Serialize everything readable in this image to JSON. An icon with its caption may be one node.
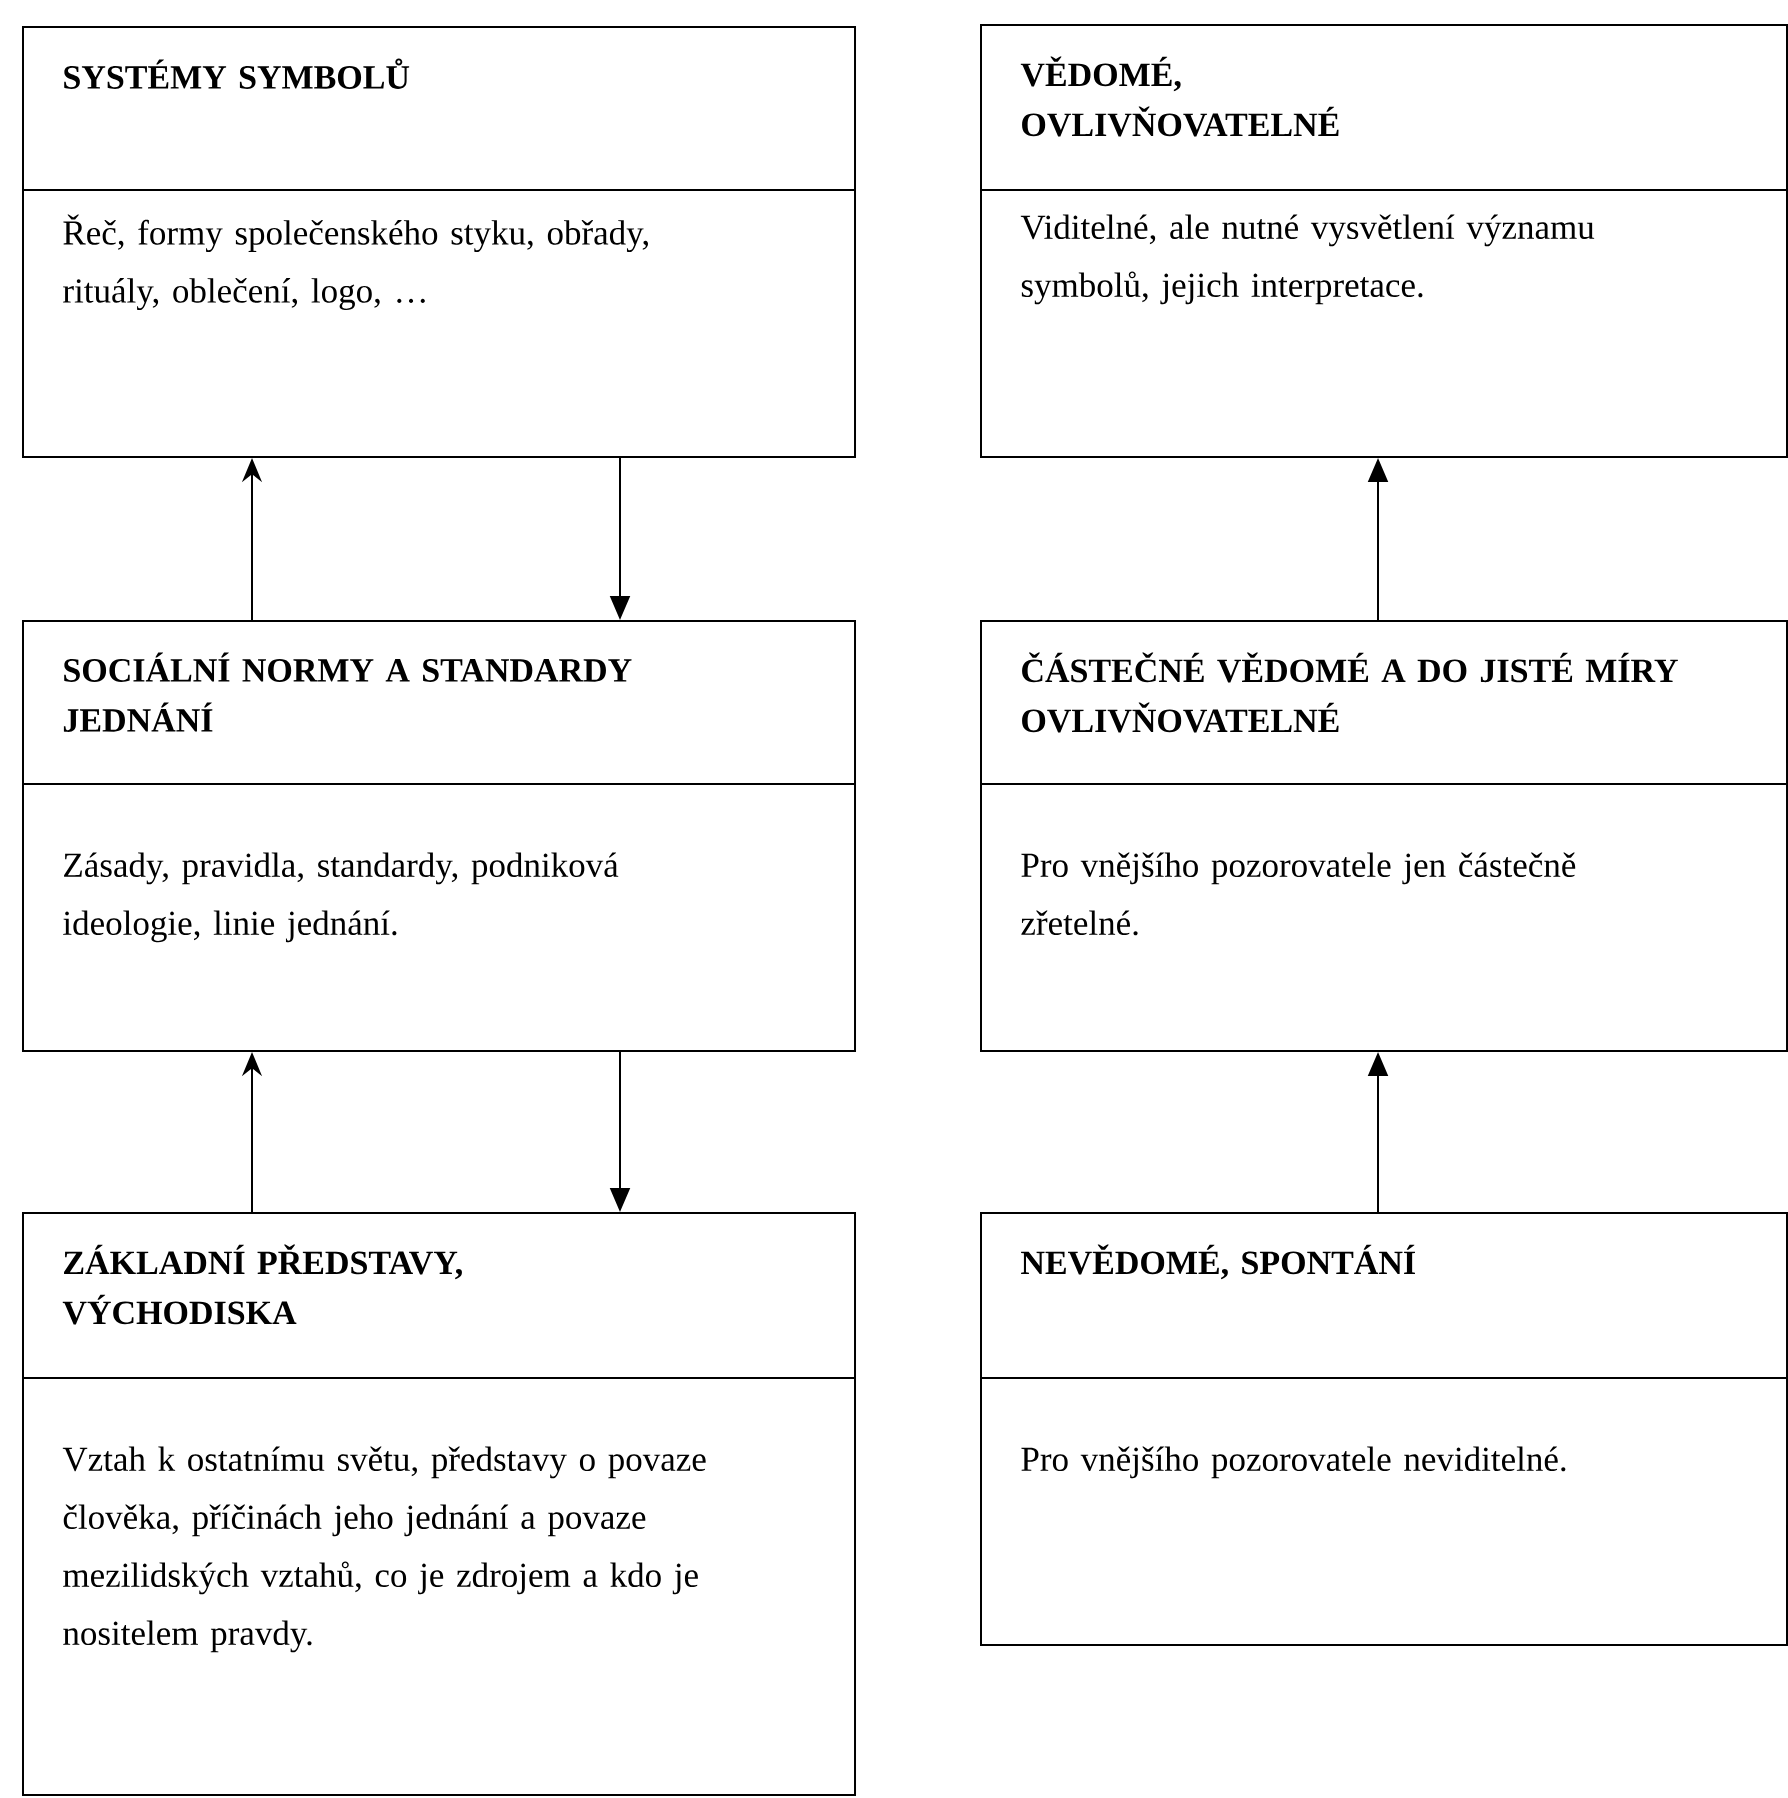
{
  "diagram": {
    "nodes": [
      {
        "text": [
          "SYSTÉMY SYMBOLŮ",
          "Řeč, formy společenského styku, obřady, rituály, oblečení, logo, …"
        ]
      },
      {
        "text": [
          "SOCIÁLNÍ NORMY A STANDARDY JEDNÁNÍ",
          "Zásady, pravidla, standardy, podniková ideologie, linie jednání."
        ]
      },
      {
        "text": [
          "ZÁKLADNÍ PŘEDSTAVY, VÝCHODISKA",
          "Vztah k ostatnímu světu, představy o povaze člověka, příčinách jeho jednání a povaze mezilidských vztahů, co je zdrojem a kdo je nositelem pravdy."
        ]
      },
      {
        "text": [
          "VĚDOMÉ, OVLIVŇOVATELNÉ",
          "Viditelné, ale nutné vysvětlení významu symbolů, jejich interpretace."
        ]
      },
      {
        "text": [
          "ČÁSTEČNÉ VĚDOMÉ A DO JISTÉ MÍRY OVLIVŇOVATELNÉ",
          "Pro vnějšího pozorovatele jen částečně zřetelné."
        ]
      },
      {
        "text": [
          "NEVĚDOMÉ, SPONTÁNÍ",
          "Pro vnějšího pozorovatele neviditelné."
        ]
      }
    ],
    "edges": [
      {
        "from": 1,
        "to": 0,
        "arrow": "to"
      },
      {
        "from": 0,
        "to": 1,
        "arrow": "to"
      },
      {
        "from": 2,
        "to": 1,
        "arrow": "to"
      },
      {
        "from": 1,
        "to": 2,
        "arrow": "to"
      },
      {
        "from": 4,
        "to": 3,
        "arrow": "to"
      },
      {
        "from": 5,
        "to": 4,
        "arrow": "to"
      }
    ]
  }
}
